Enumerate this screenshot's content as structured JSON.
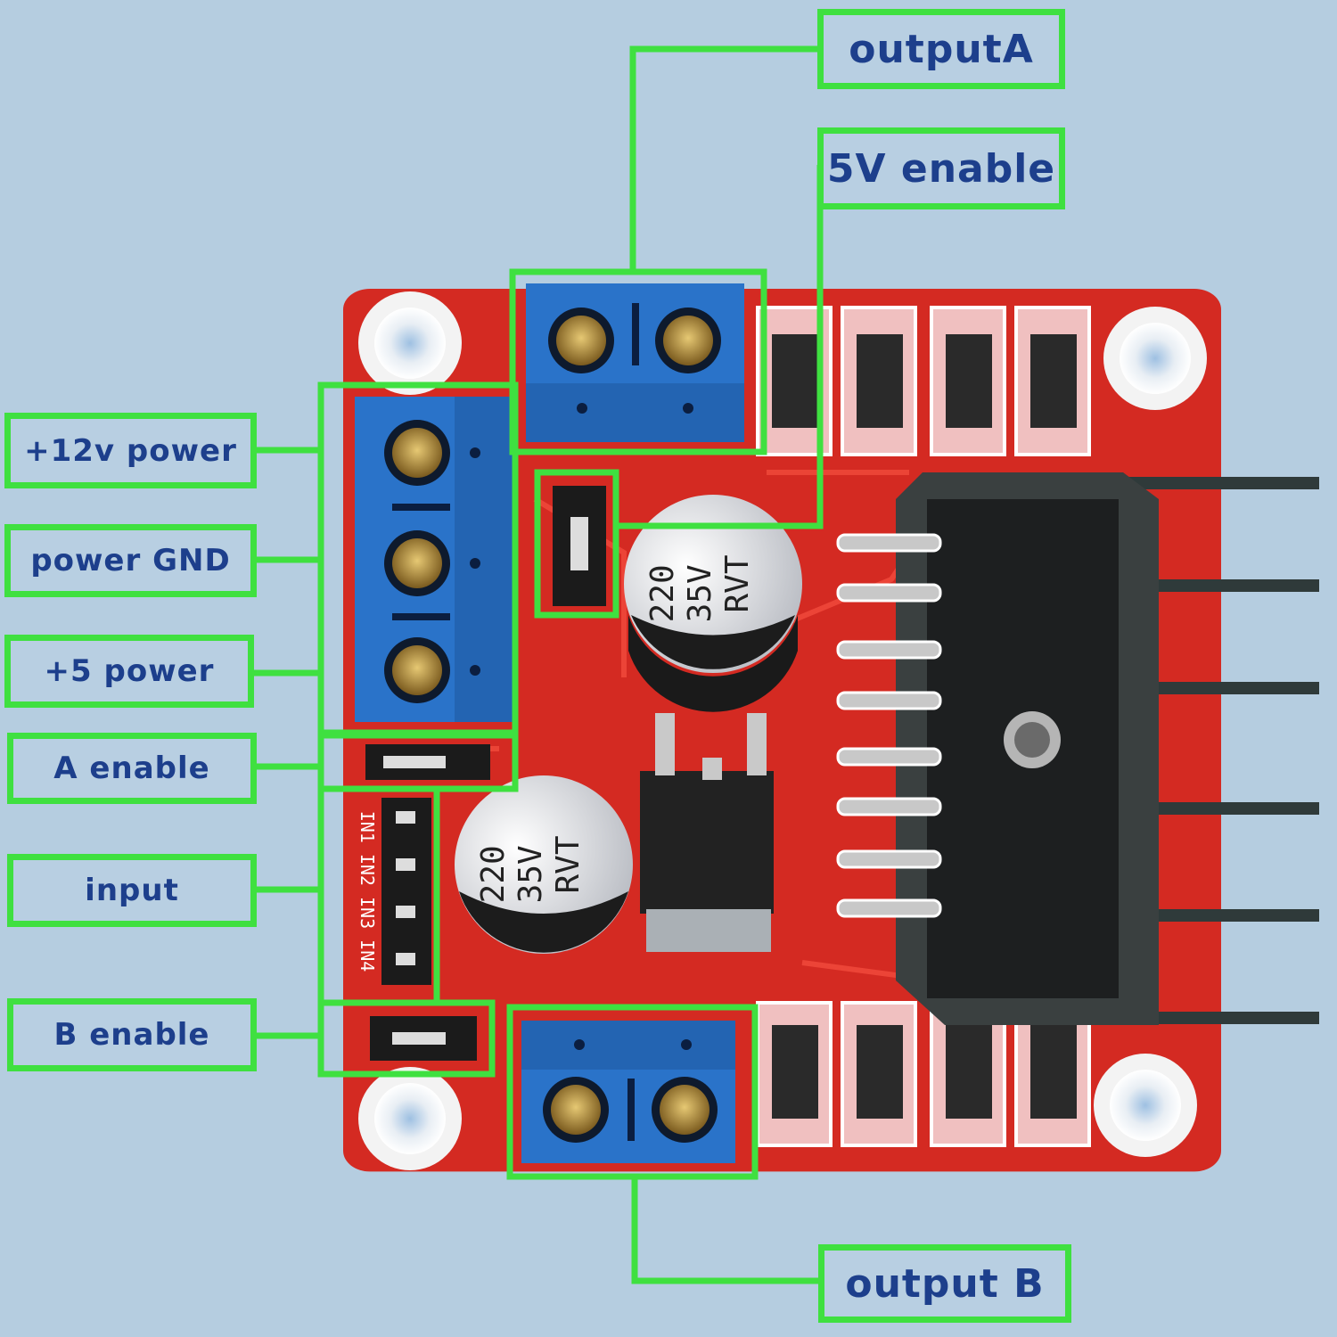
{
  "labels": {
    "output_a": "outputA",
    "five_v_enable": "5V enable",
    "plus_12v_power": "+12v power",
    "power_gnd": "power GND",
    "plus_5_power": "+5 power",
    "a_enable": "A enable",
    "input": "input",
    "b_enable": "B enable",
    "output_b": "output B"
  },
  "board": {
    "capacitor_label_line1": "220",
    "capacitor_label_line2": "35V",
    "capacitor_label_line3": "RVT",
    "pin_labels": "IN1 IN2 IN3 IN4",
    "colors": {
      "background": "#b5cde0",
      "pcb_red": "#d42a22",
      "terminal_blue": "#2a73c9",
      "callout_green": "#3fe040",
      "label_text": "#1d3f8c"
    }
  }
}
